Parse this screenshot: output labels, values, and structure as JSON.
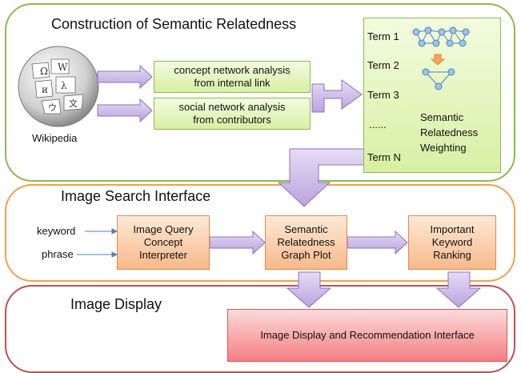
{
  "sections": {
    "construction": {
      "title": "Construction of Semantic Relatedness"
    },
    "search": {
      "title": "Image Search Interface"
    },
    "display": {
      "title": "Image Display"
    }
  },
  "wikipedia": {
    "label": "Wikipedia"
  },
  "analysis": [
    {
      "line1": "concept network analysis",
      "line2": "from internal link"
    },
    {
      "line1": "social network analysis",
      "line2": "from contributors"
    }
  ],
  "terms": [
    "Term 1",
    "Term 2",
    "Term 3",
    "......",
    "Term N"
  ],
  "weighting": {
    "line1": "Semantic",
    "line2": "Relatedness",
    "line3": "Weighting"
  },
  "inputs": {
    "keyword": "keyword",
    "phrase": "phrase"
  },
  "boxes": {
    "interpreter": [
      "Image Query",
      "Concept",
      "Interpreter"
    ],
    "graph": [
      "Semantic",
      "Relatedness",
      "Graph Plot"
    ],
    "ranking": [
      "Important",
      "Keyword",
      "Ranking"
    ],
    "recommend": "Image Display and Recommendation Interface"
  },
  "colors": {
    "green_border": "#8fb84e",
    "orange_border": "#f0a050",
    "red_border": "#c0504d",
    "arrow_fill": "#c9b7e6",
    "arrow_stroke": "#8a73b8"
  }
}
